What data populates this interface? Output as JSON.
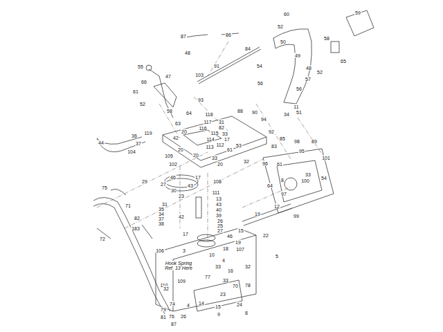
{
  "diagram": {
    "labels": [
      "59",
      "60",
      "52",
      "50",
      "58",
      "65",
      "49",
      "48",
      "52",
      "54",
      "57",
      "56",
      "56",
      "11",
      "51",
      "34",
      "87",
      "86",
      "84",
      "91",
      "103",
      "93",
      "48",
      "55",
      "47",
      "66",
      "61",
      "52",
      "58",
      "64",
      "63",
      "119",
      "36",
      "44",
      "37",
      "104",
      "42",
      "20",
      "118",
      "117",
      "116",
      "31",
      "82",
      "115",
      "33",
      "114",
      "17",
      "112",
      "113",
      "53",
      "61",
      "20",
      "20",
      "33",
      "20",
      "32",
      "88",
      "90",
      "94",
      "92",
      "85",
      "98",
      "89",
      "83",
      "95",
      "101",
      "96",
      "61",
      "33",
      "54",
      "100",
      "8",
      "64",
      "97",
      "12",
      "99",
      "19",
      "22",
      "5",
      "15",
      "105",
      "102",
      "27",
      "46",
      "30",
      "43",
      "23",
      "29",
      "31",
      "35",
      "34",
      "37",
      "38",
      "17",
      "108",
      "111",
      "13",
      "43",
      "40",
      "39",
      "26",
      "25",
      "27",
      "42",
      "17",
      "46",
      "19",
      "18",
      "3",
      "107",
      "10",
      "4",
      "33",
      "16",
      "106",
      "Hook Spring Ref. 13 Here",
      "110",
      "109",
      "77",
      "33",
      "32",
      "70",
      "78",
      "23",
      "74",
      "4",
      "14",
      "15",
      "9",
      "24",
      "8",
      "26",
      "87",
      "32",
      "76",
      "79",
      "81",
      "75",
      "71",
      "82",
      "72",
      "183"
    ]
  }
}
